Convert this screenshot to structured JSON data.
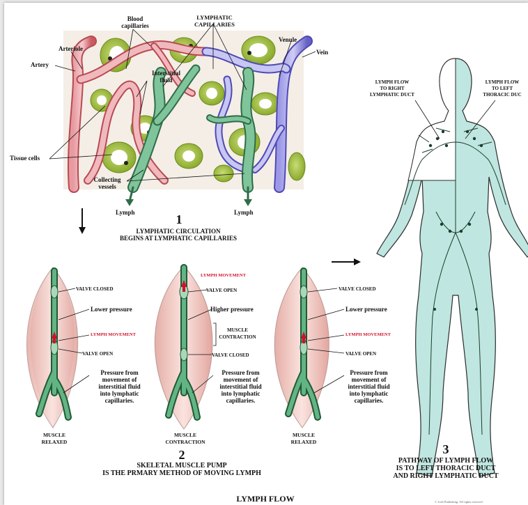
{
  "panel1": {
    "labels": {
      "blood_capillaries": "Blood capillaries",
      "lymphatic_capillaries": "LYMPHATIC CAPILLARIES",
      "arteriole": "Arteriole",
      "artery": "Artery",
      "venule": "Venule",
      "vein": "Vein",
      "interstitial_fluid": "Interstitial fluid",
      "tissue_cells": "Tissue cells",
      "collecting_vessels": "Collecting vessels",
      "lymph_left": "Lymph",
      "lymph_right": "Lymph"
    },
    "number": "1",
    "caption_line1": "LYMPHATIC CIRCULATION",
    "caption_line2": "BEGINS AT LYMPHATIC CAPILLARIES"
  },
  "panel2": {
    "left": {
      "valve_top": "VALVE CLOSED",
      "pressure": "Lower pressure",
      "movement": "LYMPH MOVEMENT",
      "valve_bottom": "VALVE OPEN",
      "note_line1": "Pressure from",
      "note_line2": "movement of",
      "note_line3": "interstitial fluid",
      "note_line4": "into lymphatic",
      "note_line5": "capillaries.",
      "state_line1": "MUSCLE",
      "state_line2": "RELAXED"
    },
    "middle": {
      "movement": "LYMPH MOVEMENT",
      "valve_top": "VALVE OPEN",
      "pressure": "Higher pressure",
      "contraction_line1": "MUSCLE",
      "contraction_line2": "CONTRACTION",
      "valve_bottom": "VALVE CLOSED",
      "note_line1": "Pressure from",
      "note_line2": "movement of",
      "note_line3": "interstitial fluid",
      "note_line4": "into lymphatic",
      "note_line5": "capillaries.",
      "state_line1": "MUSCLE",
      "state_line2": "CONTRACTION"
    },
    "right": {
      "valve_top": "VALVE CLOSED",
      "pressure": "Lower pressure",
      "movement": "LYMPH MOVEMENT",
      "valve_bottom": "VALVE OPEN",
      "note_line1": "Pressure from",
      "note_line2": "movement of",
      "note_line3": "interstitial fluid",
      "note_line4": "into lymphatic",
      "note_line5": "capillaries.",
      "state_line1": "MUSCLE",
      "state_line2": "RELAXED"
    },
    "number": "2",
    "caption_line1": "SKELETAL MUSCLE PUMP",
    "caption_line2": "IS THE PRMARY METHOD OF MOVING LYMPH"
  },
  "panel3": {
    "right_duct_line1": "LYMPH FLOW",
    "right_duct_line2": "TO RIGHT",
    "right_duct_line3": "LYMPHATIC DUCT",
    "left_duct_line1": "LYMPH FLOW",
    "left_duct_line2": "TO LEFT",
    "left_duct_line3": "THORACIC DUC",
    "number": "3",
    "caption_line1": "PATHWAY OF LYMPH FLOW",
    "caption_line2": "IS TO LEFT THORACIC DUCT",
    "caption_line3": "AND RIGHT LYMPHATIC DUCT"
  },
  "title": "LYMPH FLOW",
  "copyright": "© Lieb Publishing. All rights reserved",
  "colors": {
    "artery": "#d8737a",
    "vein": "#7c78d6",
    "lymph": "#4f9a6e",
    "cell": "#9fbe3a",
    "body": "#b9e2dc",
    "muscle": "#f1c8c2",
    "highlight": "#d0102a"
  }
}
